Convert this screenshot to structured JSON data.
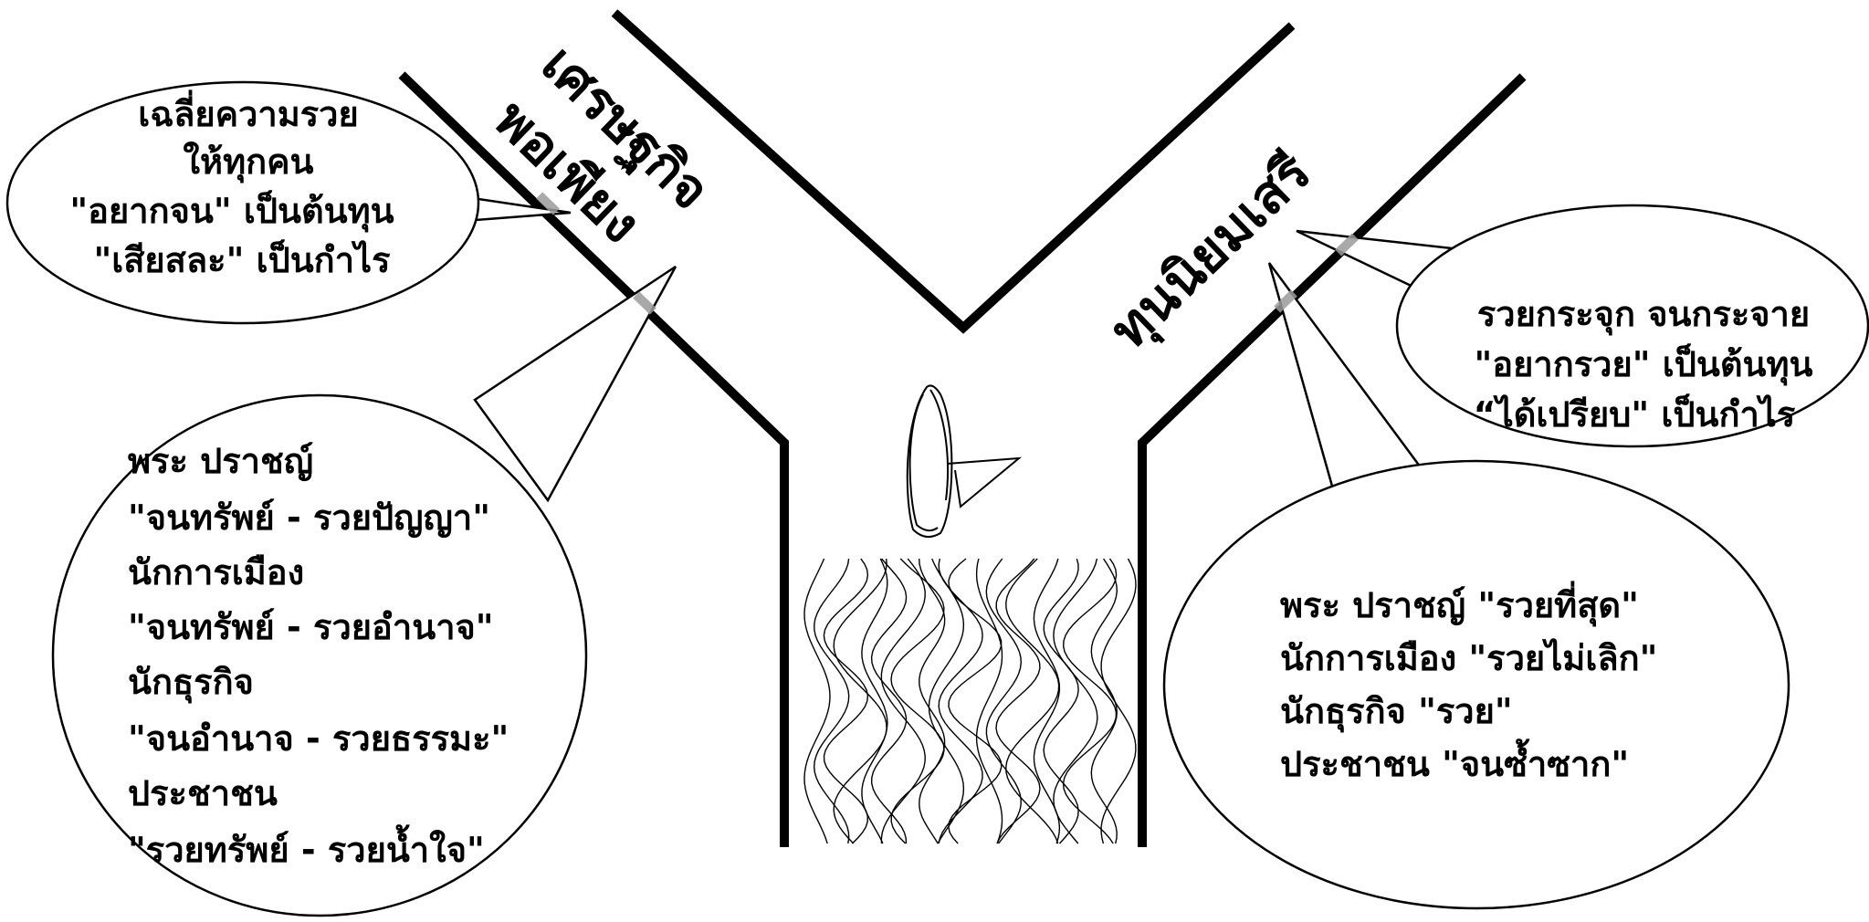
{
  "diagram": {
    "left_path_label_line1": "เศรษฐกิจ",
    "left_path_label_line2": "พอเพียง",
    "right_path_label": "ทุนนิยมเสรี"
  },
  "bubbles": {
    "top_left": [
      "เฉลี่ยความรวย",
      "ให้ทุกคน",
      "\"อยากจน\" เป็นต้นทุน",
      "\"เสียสละ\" เป็นกำไร"
    ],
    "bottom_left": [
      "พระ ปราชญ์",
      "\"จนทรัพย์ - รวยปัญญา\"",
      "นักการเมือง",
      "\"จนทรัพย์ - รวยอำนาจ\"",
      "นักธุรกิจ",
      "\"จนอำนาจ - รวยธรรมะ\"",
      "ประชาชน",
      "\"รวยทรัพย์ - รวยน้ำใจ\""
    ],
    "top_right": [
      "รวยกระจุก จนกระจาย",
      "\"อยากรวย\" เป็นต้นทุน",
      "“ได้เปรียบ\" เป็นกำไร"
    ],
    "bottom_right": [
      "พระ ปราชญ์ \"รวยที่สุด\"",
      "นักการเมือง \"รวยไม่เลิก\"",
      "นักธุรกิจ \"รวย\"",
      "ประชาชน \"จนซ้ำซาก\""
    ]
  }
}
